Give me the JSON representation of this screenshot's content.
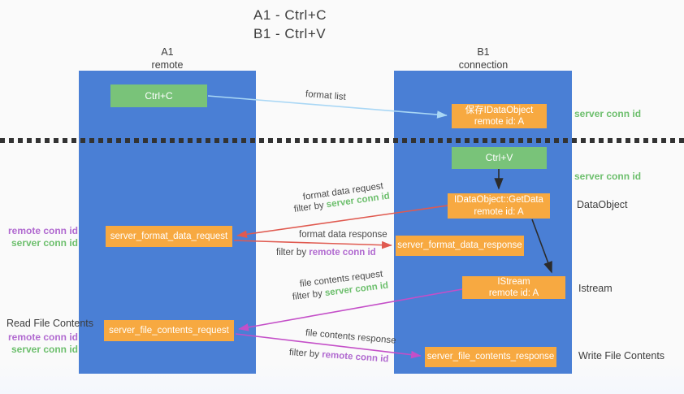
{
  "title": {
    "line1": "A1 - Ctrl+C",
    "line2": "B1 - Ctrl+V"
  },
  "columns": {
    "a": {
      "id": "A1",
      "role": "remote"
    },
    "b": {
      "id": "B1",
      "role": "connection"
    }
  },
  "nodes": {
    "ctrl_c": {
      "label": "Ctrl+C"
    },
    "save_idataobject": {
      "line1": "保存IDataObject",
      "line2": "remote id: A"
    },
    "ctrl_v": {
      "label": "Ctrl+V"
    },
    "getdata": {
      "line1": "IDataObject::GetData",
      "line2": "remote id: A"
    },
    "format_request": {
      "label": "server_format_data_request"
    },
    "format_response": {
      "label": "server_format_data_response"
    },
    "istream": {
      "line1": "IStream",
      "line2": "remote id: A"
    },
    "file_request": {
      "label": "server_file_contents_request"
    },
    "file_response": {
      "label": "server_file_contents_response"
    }
  },
  "side_labels": {
    "server_conn_id_1": "server conn id",
    "server_conn_id_2": "server conn id",
    "dataobject": "DataObject",
    "istream": "Istream",
    "write_file_contents": "Write File Contents",
    "read_file_contents": "Read File Contents",
    "remote_conn_id_1": "remote conn id",
    "server_conn_id_left_1": "server conn id",
    "remote_conn_id_2": "remote conn id",
    "server_conn_id_left_2": "server conn id"
  },
  "edge_labels": {
    "format_list": "format list",
    "format_data_request": "format data request",
    "filter_by_1": "filter by ",
    "filter_kw_1": "server conn id",
    "format_data_response": "format data response",
    "filter_by_2": "filter by ",
    "filter_kw_2": "remote conn id",
    "file_contents_request": "file contents request",
    "filter_by_3": "filter by ",
    "filter_kw_3": "server conn id",
    "file_contents_response": "file contents response",
    "filter_by_4": "filter by ",
    "filter_kw_4": "remote conn id"
  },
  "colors": {
    "lane_blue": "#4a7fd5",
    "node_green": "#79c379",
    "node_orange": "#f7a941",
    "arrow_light_blue": "#a9d7f5",
    "arrow_black": "#2b2b2b",
    "arrow_red": "#e05a50",
    "arrow_magenta": "#c44fc8",
    "keyword_green": "#6dbf6d",
    "keyword_purple": "#b16ad0"
  }
}
